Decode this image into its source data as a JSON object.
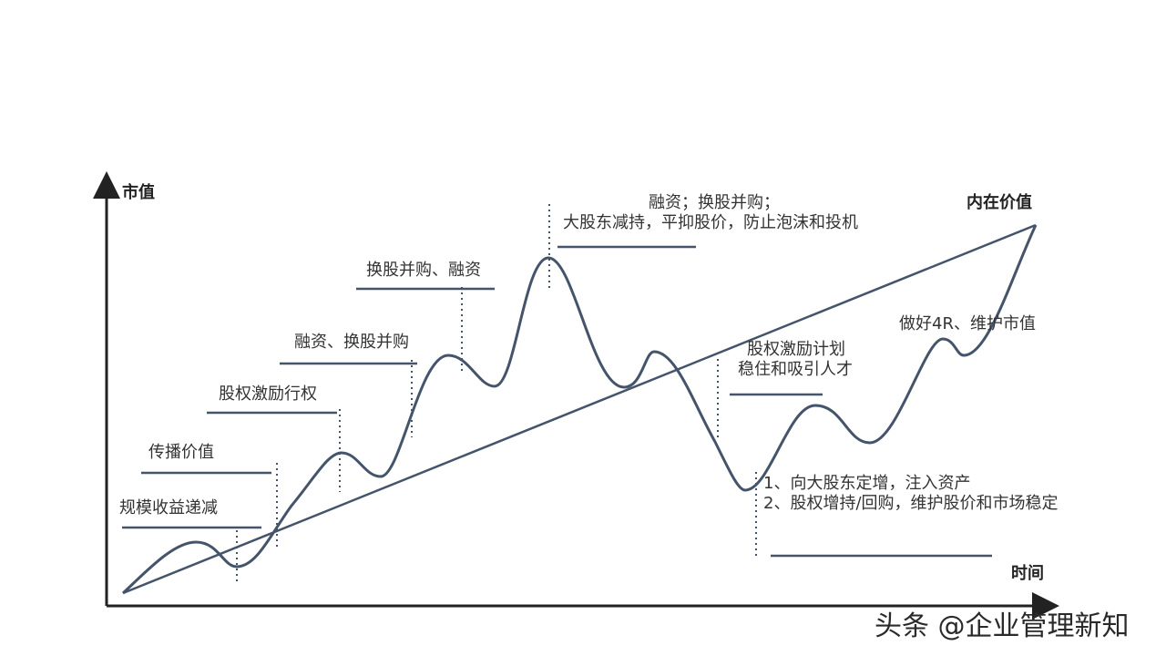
{
  "colors": {
    "curve": "#44546a",
    "axis": "#222222",
    "text": "#333333"
  },
  "axes": {
    "y_label": "市值",
    "x_label": "时间",
    "intrinsic_value_label": "内在价值"
  },
  "annotations": [
    {
      "id": "a1",
      "text": "规模收益递减"
    },
    {
      "id": "a2",
      "text": "传播价值"
    },
    {
      "id": "a3",
      "text": "股权激励行权"
    },
    {
      "id": "a4",
      "text": "融资、换股并购"
    },
    {
      "id": "a5",
      "text": "换股并购、融资"
    },
    {
      "id": "a6",
      "lines": [
        "融资；换股并购；",
        "大股东减持，平抑股价，防止泡沫和投机"
      ]
    },
    {
      "id": "a7",
      "text": "做好4R、维护市值"
    },
    {
      "id": "a8",
      "lines": [
        "股权激励计划",
        "稳住和吸引人才"
      ]
    },
    {
      "id": "a9",
      "lines": [
        "1、向大股东定增，注入资产",
        "2、股权增持/回购，维护股价和市场稳定"
      ]
    }
  ],
  "watermark": "头条 @企业管理新知"
}
